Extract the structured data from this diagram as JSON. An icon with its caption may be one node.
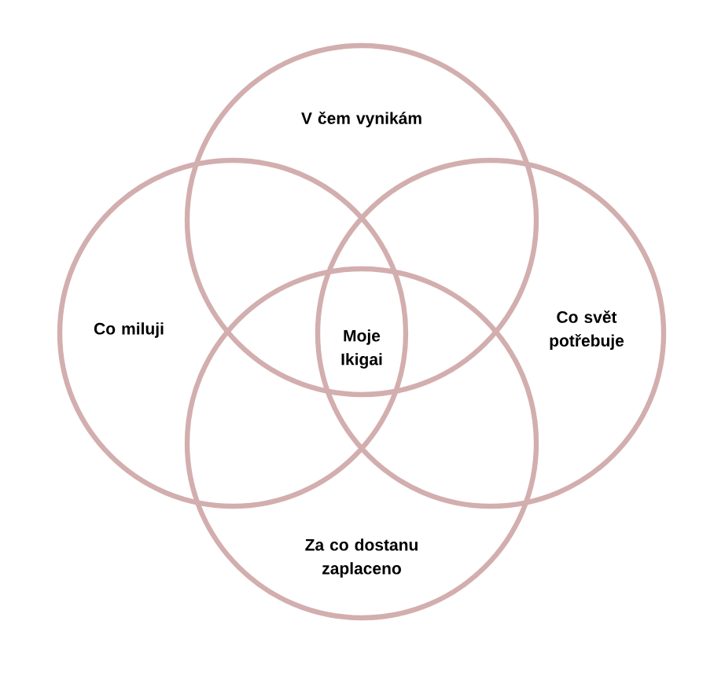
{
  "diagram": {
    "nodes": [
      {
        "text": [
          "V čem vynikám"
        ]
      },
      {
        "text": [
          "Co miluji"
        ]
      },
      {
        "text": [
          "Co svět potřebuje"
        ]
      },
      {
        "text": [
          "Za co dostanu zaplaceno"
        ]
      }
    ],
    "labels": [
      "Moje Ikigai"
    ]
  }
}
